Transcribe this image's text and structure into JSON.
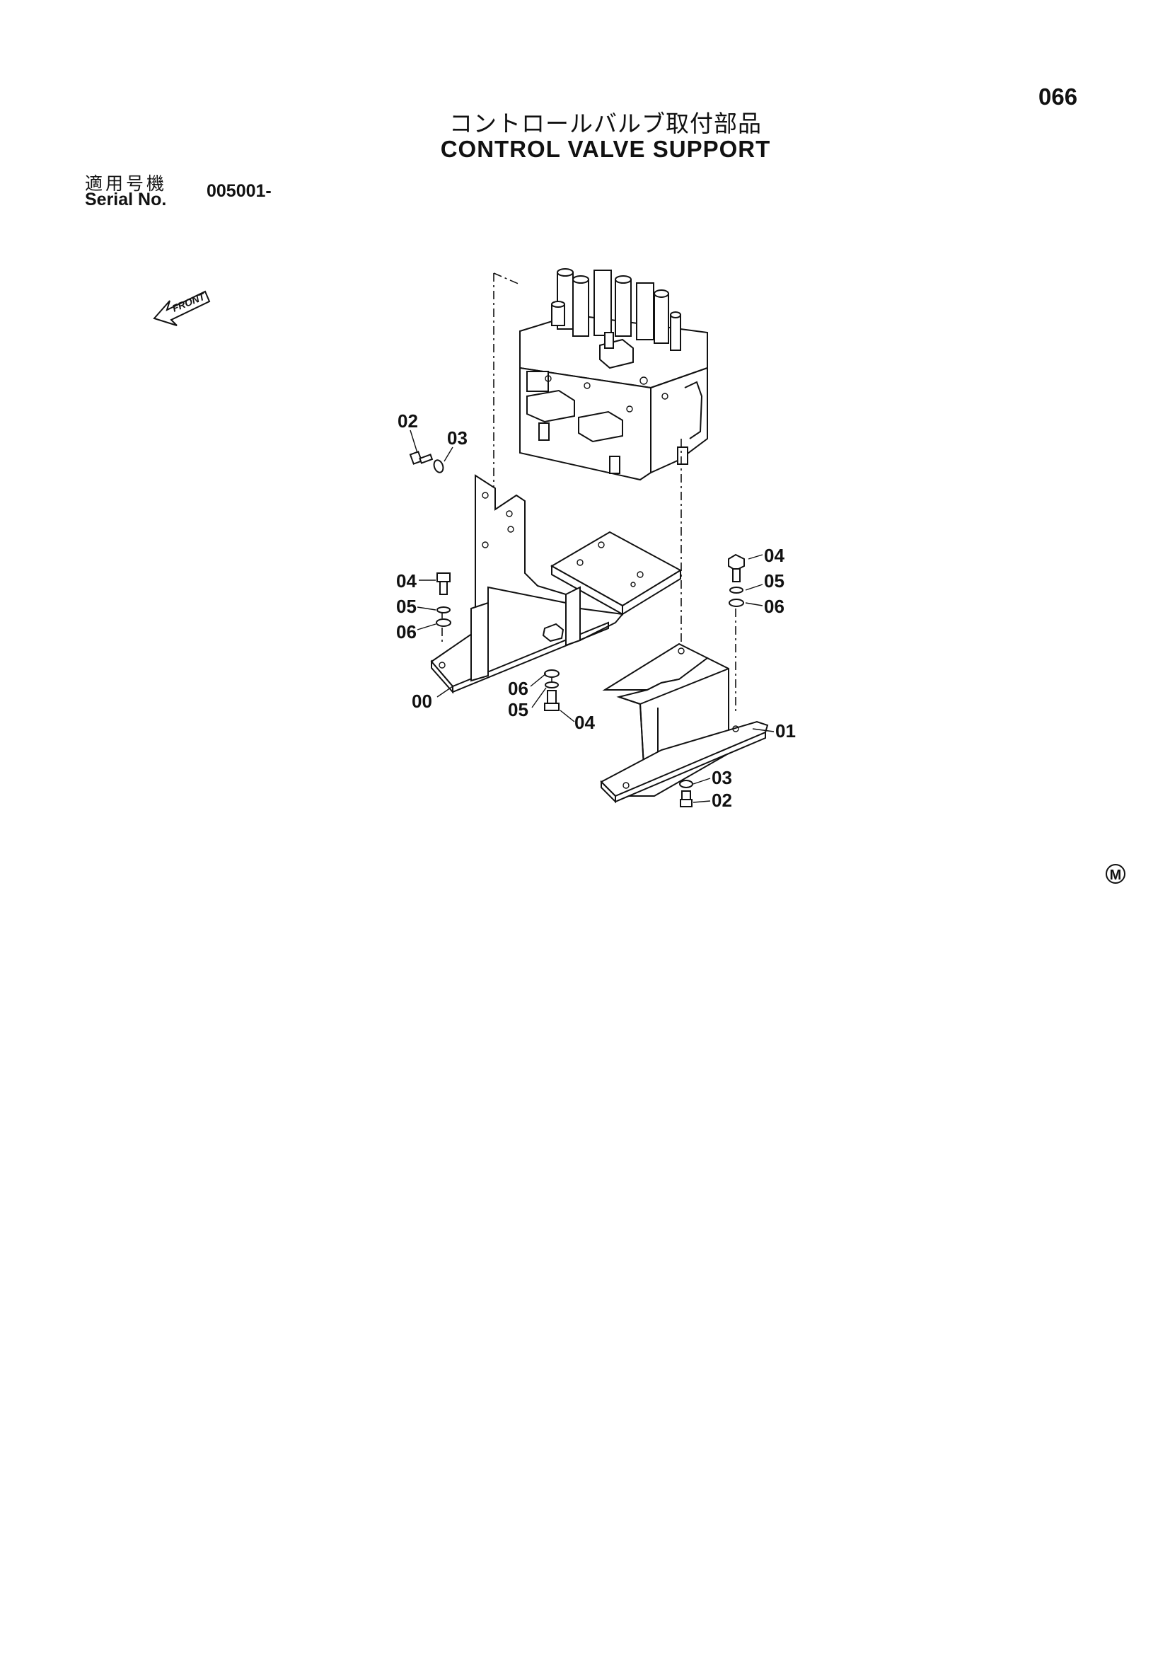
{
  "page_number": "066",
  "title_jp": "コントロールバルブ取付部品",
  "title_en": "CONTROL VALVE SUPPORT",
  "serial_label_jp": "適用号機",
  "serial_label_en": "Serial No.",
  "serial_value": "005001-",
  "front_label": "FRONT",
  "mark_symbol": "M",
  "callouts": {
    "top_bolt": "02",
    "top_washer": "03",
    "left_bolt": "04",
    "left_lockwasher": "05",
    "left_washer": "06",
    "left_bracket": "00",
    "mid_washer": "06",
    "mid_lockwasher": "05",
    "mid_bolt": "04",
    "right_bolt": "04",
    "right_lockwasher": "05",
    "right_washer": "06",
    "right_bracket": "01",
    "bottom_washer": "03",
    "bottom_bolt": "02"
  }
}
